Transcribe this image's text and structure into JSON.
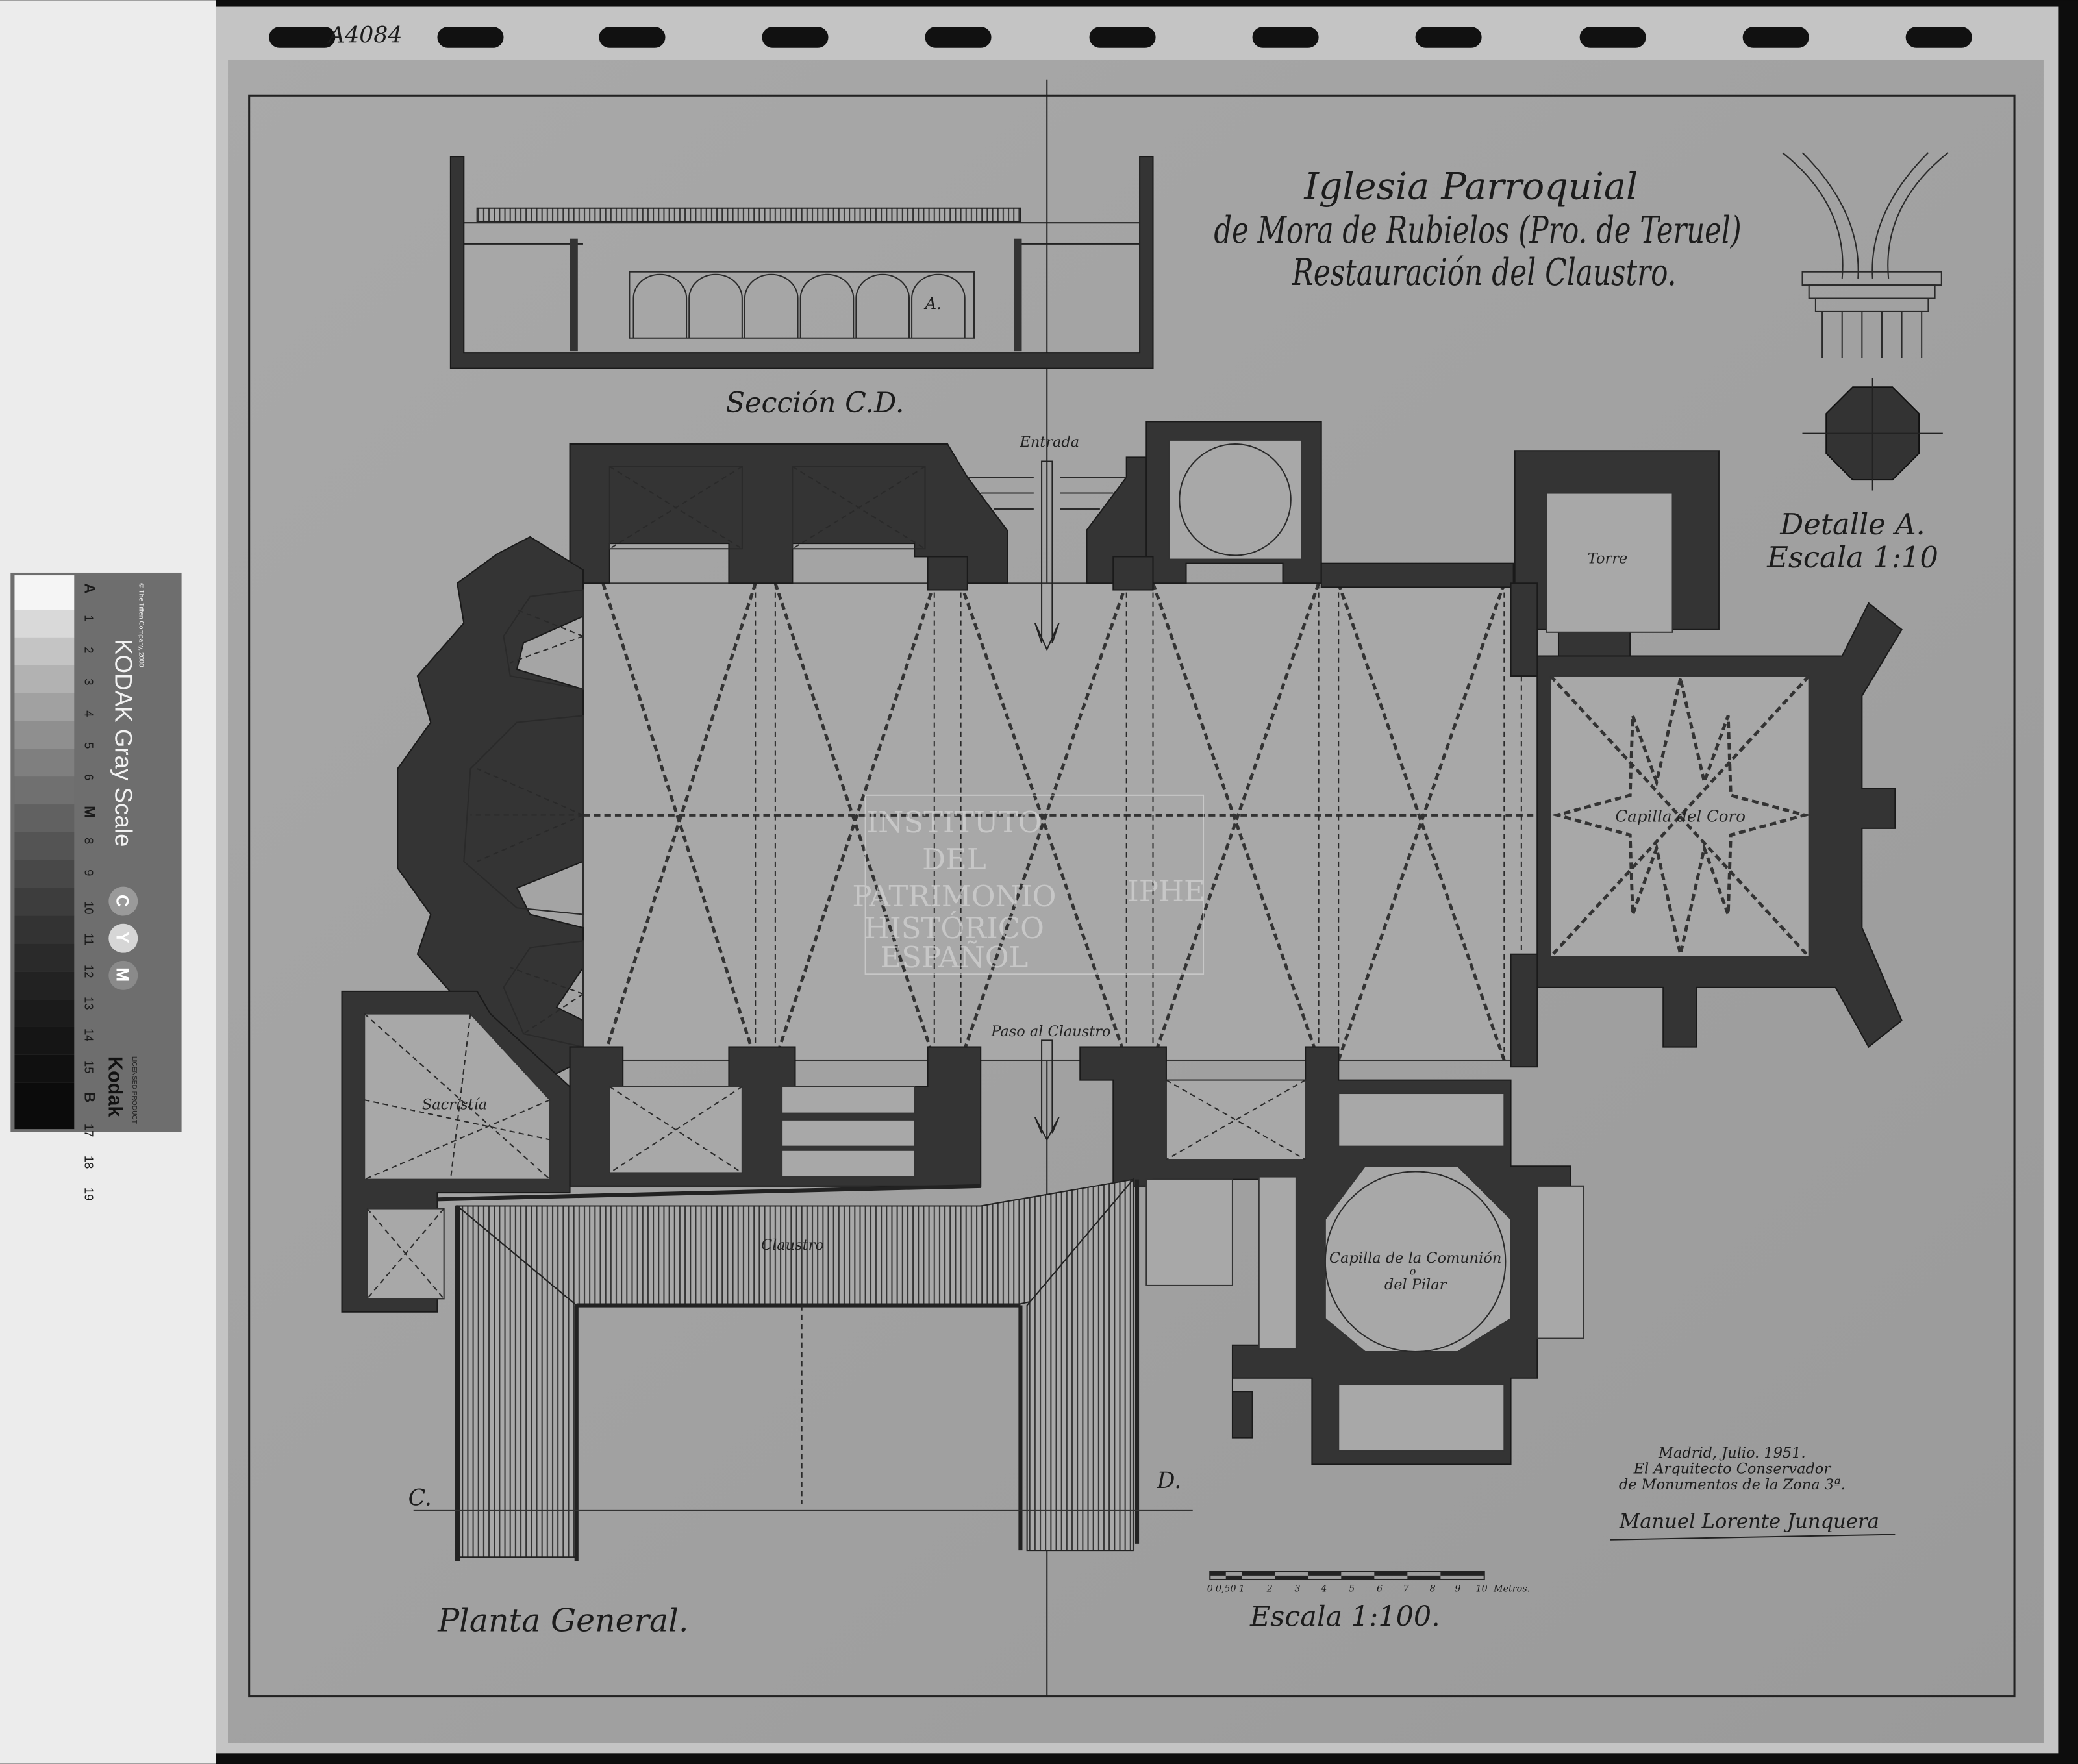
{
  "archive_mark": "A4084",
  "title": {
    "line1": "Iglesia Parroquial",
    "line2": "de Mora de Rubielos (Pro. de Teruel)",
    "line3": "Restauración del Claustro."
  },
  "section": {
    "label": "Sección C.D.",
    "detail_marker": "A."
  },
  "detail": {
    "label": "Detalle A.",
    "scale": "Escala 1:10"
  },
  "plan": {
    "entrance": "Entrada",
    "tower": "Torre",
    "choir_chapel": "Capilla del Coro",
    "cloister_passage": "Paso al Claustro",
    "sacristy": "Sacristía",
    "cloister": "Claustro",
    "communion_chapel_line1": "Capilla de la Comunión",
    "communion_chapel_line2": "o",
    "communion_chapel_line3": "del Pilar",
    "section_mark_c": "C.",
    "section_mark_d": "D.",
    "title": "Planta General."
  },
  "scale_bar": {
    "ticks": [
      "0",
      "0,50",
      "1",
      "2",
      "3",
      "4",
      "5",
      "6",
      "7",
      "8",
      "9",
      "10"
    ],
    "unit": "Metros.",
    "label": "Escala 1:100."
  },
  "signature_block": {
    "line1": "Madrid, Julio. 1951.",
    "line2": "El Arquitecto Conservador",
    "line3": "de Monumentos de la Zona 3ª.",
    "signature": "Manuel Lorente Junquera"
  },
  "watermark": {
    "lines": [
      "INSTITUTO",
      "DEL",
      "PATRIMONIO",
      "HISTÓRICO",
      "ESPAÑOL"
    ],
    "mark": "IPHE"
  },
  "gray_card": {
    "copyright": "© The Tiffen Company, 2000",
    "title": "KODAK Gray Scale",
    "steps": [
      "A",
      "1",
      "2",
      "3",
      "4",
      "5",
      "6",
      "M",
      "8",
      "9",
      "10",
      "11",
      "12",
      "13",
      "14",
      "15",
      "B",
      "17",
      "18",
      "19"
    ],
    "cmy": [
      "C",
      "Y",
      "M"
    ],
    "brand": "Kodak",
    "licensed": "LICENSED PRODUCT"
  }
}
